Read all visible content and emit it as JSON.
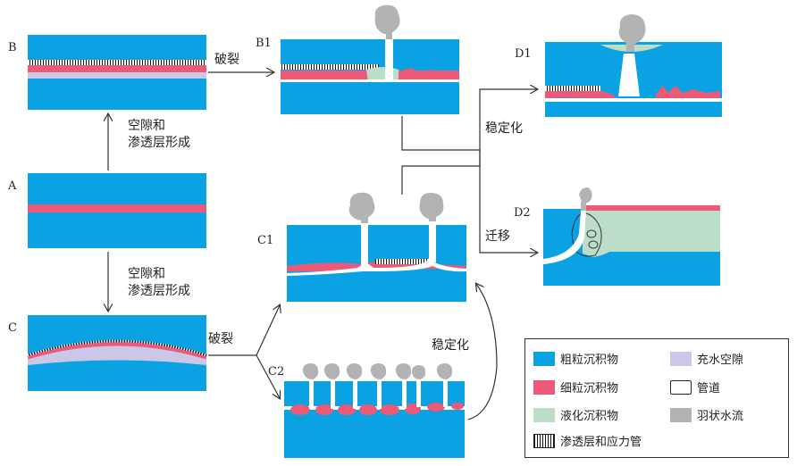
{
  "panels": {
    "A": "A",
    "B": "B",
    "C": "C",
    "B1": "B1",
    "C1": "C1",
    "C2": "C2",
    "D1": "D1",
    "D2": "D2"
  },
  "captions": {
    "up_line1": "空隙和",
    "up_line2": "渗透层形成",
    "down_line1": "空隙和",
    "down_line2": "渗透层形成",
    "rupture_b": "破裂",
    "rupture_c": "破裂",
    "stabilize_top": "稳定化",
    "migrate": "迁移",
    "stabilize_c": "稳定化"
  },
  "legend": [
    {
      "label": "粗粒沉积物",
      "color": "#0aa2e2",
      "kind": "fill"
    },
    {
      "label": "充水空隙",
      "color": "#cbc7e6",
      "kind": "fill"
    },
    {
      "label": "细粒沉积物",
      "color": "#ec5a78",
      "kind": "fill"
    },
    {
      "label": "管道",
      "color": "#ffffff",
      "kind": "outline"
    },
    {
      "label": "液化沉积物",
      "color": "#bcdec9",
      "kind": "fill"
    },
    {
      "label": "羽状水流",
      "color": "#b3b3b3",
      "kind": "fill"
    },
    {
      "label": "渗透层和应力管",
      "color": "#ffffff",
      "kind": "hatch"
    }
  ],
  "colors": {
    "coarse": "#0aa2e2",
    "fine": "#ec5a78",
    "liquefied": "#bcdec9",
    "void": "#cbc7e6",
    "plume": "#b3b3b3",
    "pipe": "#ffffff"
  }
}
